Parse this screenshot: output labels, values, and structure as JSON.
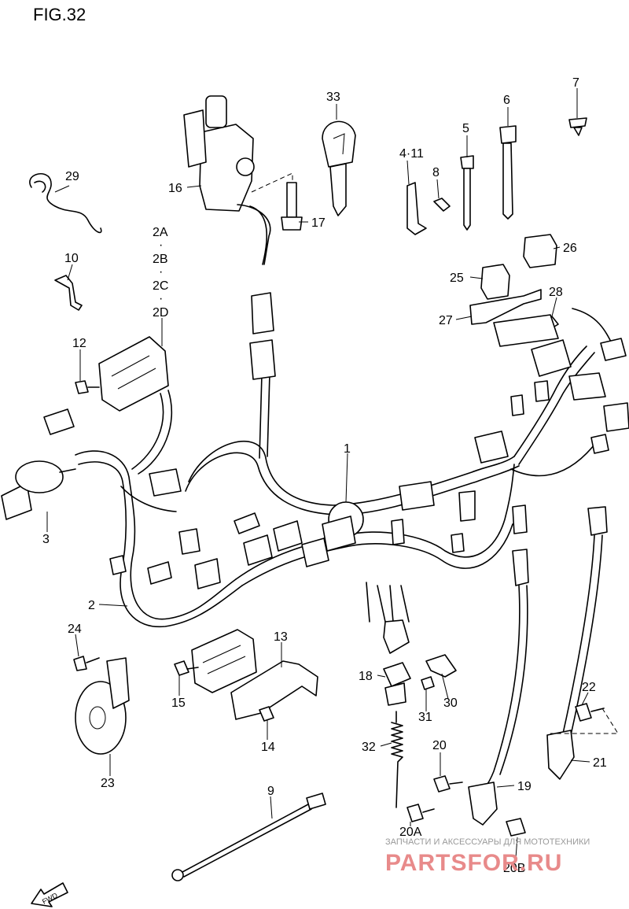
{
  "figure": {
    "title": "FIG.32"
  },
  "watermark": {
    "tagline": "ЗАПЧАСТИ И АКСЕССУАРЫ ДЛЯ МОТОТЕХНИКИ",
    "brand": "PARTSFOR.RU"
  },
  "direction_label": "FWD",
  "callouts": [
    {
      "id": "c1",
      "label": "1"
    },
    {
      "id": "c2",
      "label": "2"
    },
    {
      "id": "c2abcd_a",
      "label": "2A"
    },
    {
      "id": "c2abcd_dot1",
      "label": "·"
    },
    {
      "id": "c2abcd_b",
      "label": "2B"
    },
    {
      "id": "c2abcd_dot2",
      "label": "·"
    },
    {
      "id": "c2abcd_c",
      "label": "2C"
    },
    {
      "id": "c2abcd_dot3",
      "label": "·"
    },
    {
      "id": "c2abcd_d",
      "label": "2D"
    },
    {
      "id": "c3",
      "label": "3"
    },
    {
      "id": "c4_11",
      "label": "4·11"
    },
    {
      "id": "c5",
      "label": "5"
    },
    {
      "id": "c6",
      "label": "6"
    },
    {
      "id": "c7",
      "label": "7"
    },
    {
      "id": "c8",
      "label": "8"
    },
    {
      "id": "c9",
      "label": "9"
    },
    {
      "id": "c10",
      "label": "10"
    },
    {
      "id": "c12",
      "label": "12"
    },
    {
      "id": "c13",
      "label": "13"
    },
    {
      "id": "c14",
      "label": "14"
    },
    {
      "id": "c15",
      "label": "15"
    },
    {
      "id": "c16",
      "label": "16"
    },
    {
      "id": "c17",
      "label": "17"
    },
    {
      "id": "c18",
      "label": "18"
    },
    {
      "id": "c19",
      "label": "19"
    },
    {
      "id": "c20",
      "label": "20"
    },
    {
      "id": "c20A",
      "label": "20A"
    },
    {
      "id": "c20B",
      "label": "20B"
    },
    {
      "id": "c21",
      "label": "21"
    },
    {
      "id": "c22",
      "label": "22"
    },
    {
      "id": "c23",
      "label": "23"
    },
    {
      "id": "c24",
      "label": "24"
    },
    {
      "id": "c25",
      "label": "25"
    },
    {
      "id": "c26",
      "label": "26"
    },
    {
      "id": "c27",
      "label": "27"
    },
    {
      "id": "c28",
      "label": "28"
    },
    {
      "id": "c29",
      "label": "29"
    },
    {
      "id": "c30",
      "label": "30"
    },
    {
      "id": "c31",
      "label": "31"
    },
    {
      "id": "c32",
      "label": "32"
    },
    {
      "id": "c33",
      "label": "33"
    }
  ]
}
